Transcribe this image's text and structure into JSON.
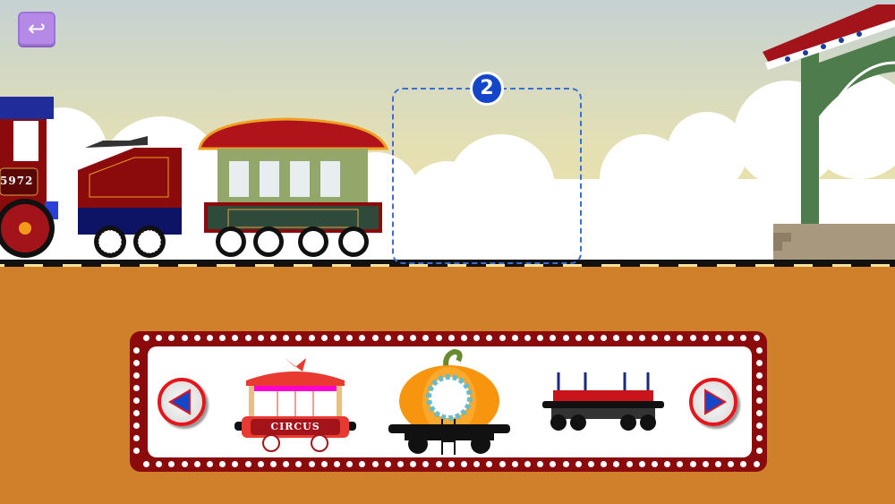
{
  "hud": {
    "back_icon": "undo-arrow-icon",
    "slot_number": "2"
  },
  "locomotive": {
    "number": "5972"
  },
  "picker": {
    "left_icon": "triangle-left-icon",
    "right_icon": "triangle-right-icon",
    "cars": [
      {
        "name": "circus-car",
        "label": "CIRCUS"
      },
      {
        "name": "pumpkin-car"
      },
      {
        "name": "flatbed-car"
      }
    ]
  },
  "colors": {
    "sky_top": "#c5d2d2",
    "sky_bottom": "#f1e39e",
    "ground": "#d07f2a",
    "panel": "#8b0a0c",
    "slot_border": "#3a6fd8",
    "badge": "#1346c8"
  }
}
